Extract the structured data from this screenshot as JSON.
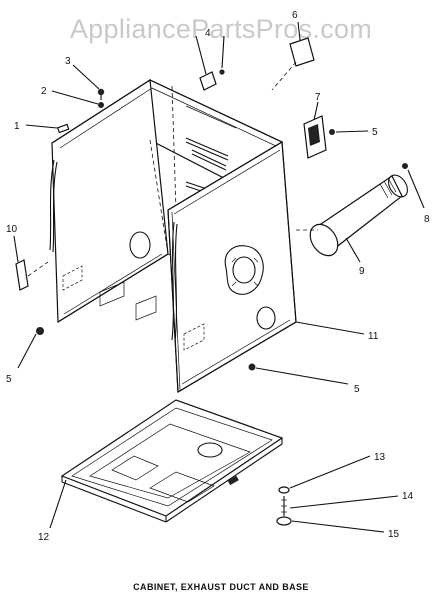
{
  "watermark": "AppliancePartsPros.com",
  "caption": "CABINET, EXHAUST DUCT AND BASE",
  "callouts": {
    "c1": "1",
    "c2": "2",
    "c3": "3",
    "c4": "4",
    "c5a": "5",
    "c5b": "5",
    "c5c": "5",
    "c6": "6",
    "c7": "7",
    "c8": "8",
    "c9": "9",
    "c10": "10",
    "c11": "11",
    "c12": "12",
    "c13": "13",
    "c14": "14",
    "c15": "15"
  },
  "colors": {
    "ink": "#111111",
    "watermark": "#c9c9c9",
    "background": "#ffffff"
  }
}
